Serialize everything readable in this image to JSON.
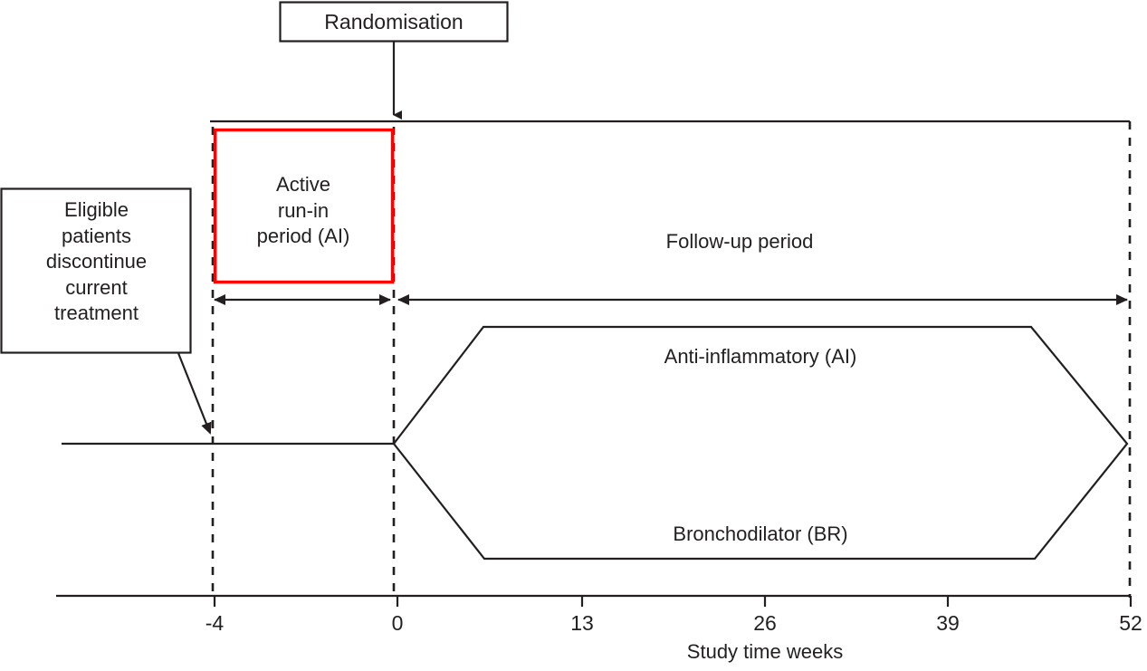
{
  "figure": {
    "type": "clinical-trial-design-timeline",
    "background_color": "#ffffff",
    "line_color": "#231f20",
    "highlight_color": "#ff0000"
  },
  "boxes": {
    "randomisation": {
      "label": "Randomisation",
      "border_color": "#231f20"
    },
    "eligible_patients": {
      "lines": [
        "Eligible",
        "patients",
        "discontinue",
        "current",
        "treatment"
      ],
      "text": "Eligible patients discontinue current treatment",
      "border_color": "#231f20"
    },
    "run_in": {
      "lines": [
        "Active",
        "run-in",
        "period (AI)"
      ],
      "text": "Active run-in period (AI)",
      "border_color": "#ff0000"
    }
  },
  "periods": {
    "run_in_label": "Active run-in period (AI)",
    "follow_up_label": "Follow-up period"
  },
  "arms": {
    "top": "Anti-inflammatory (AI)",
    "bottom": "Bronchodilator (BR)"
  },
  "axis": {
    "title": "Study time weeks",
    "ticks": [
      "-4",
      "0",
      "13",
      "26",
      "39",
      "52"
    ],
    "tick_values": [
      -4,
      0,
      13,
      26,
      39,
      52
    ],
    "range": [
      -4,
      52
    ],
    "unit": "weeks"
  }
}
